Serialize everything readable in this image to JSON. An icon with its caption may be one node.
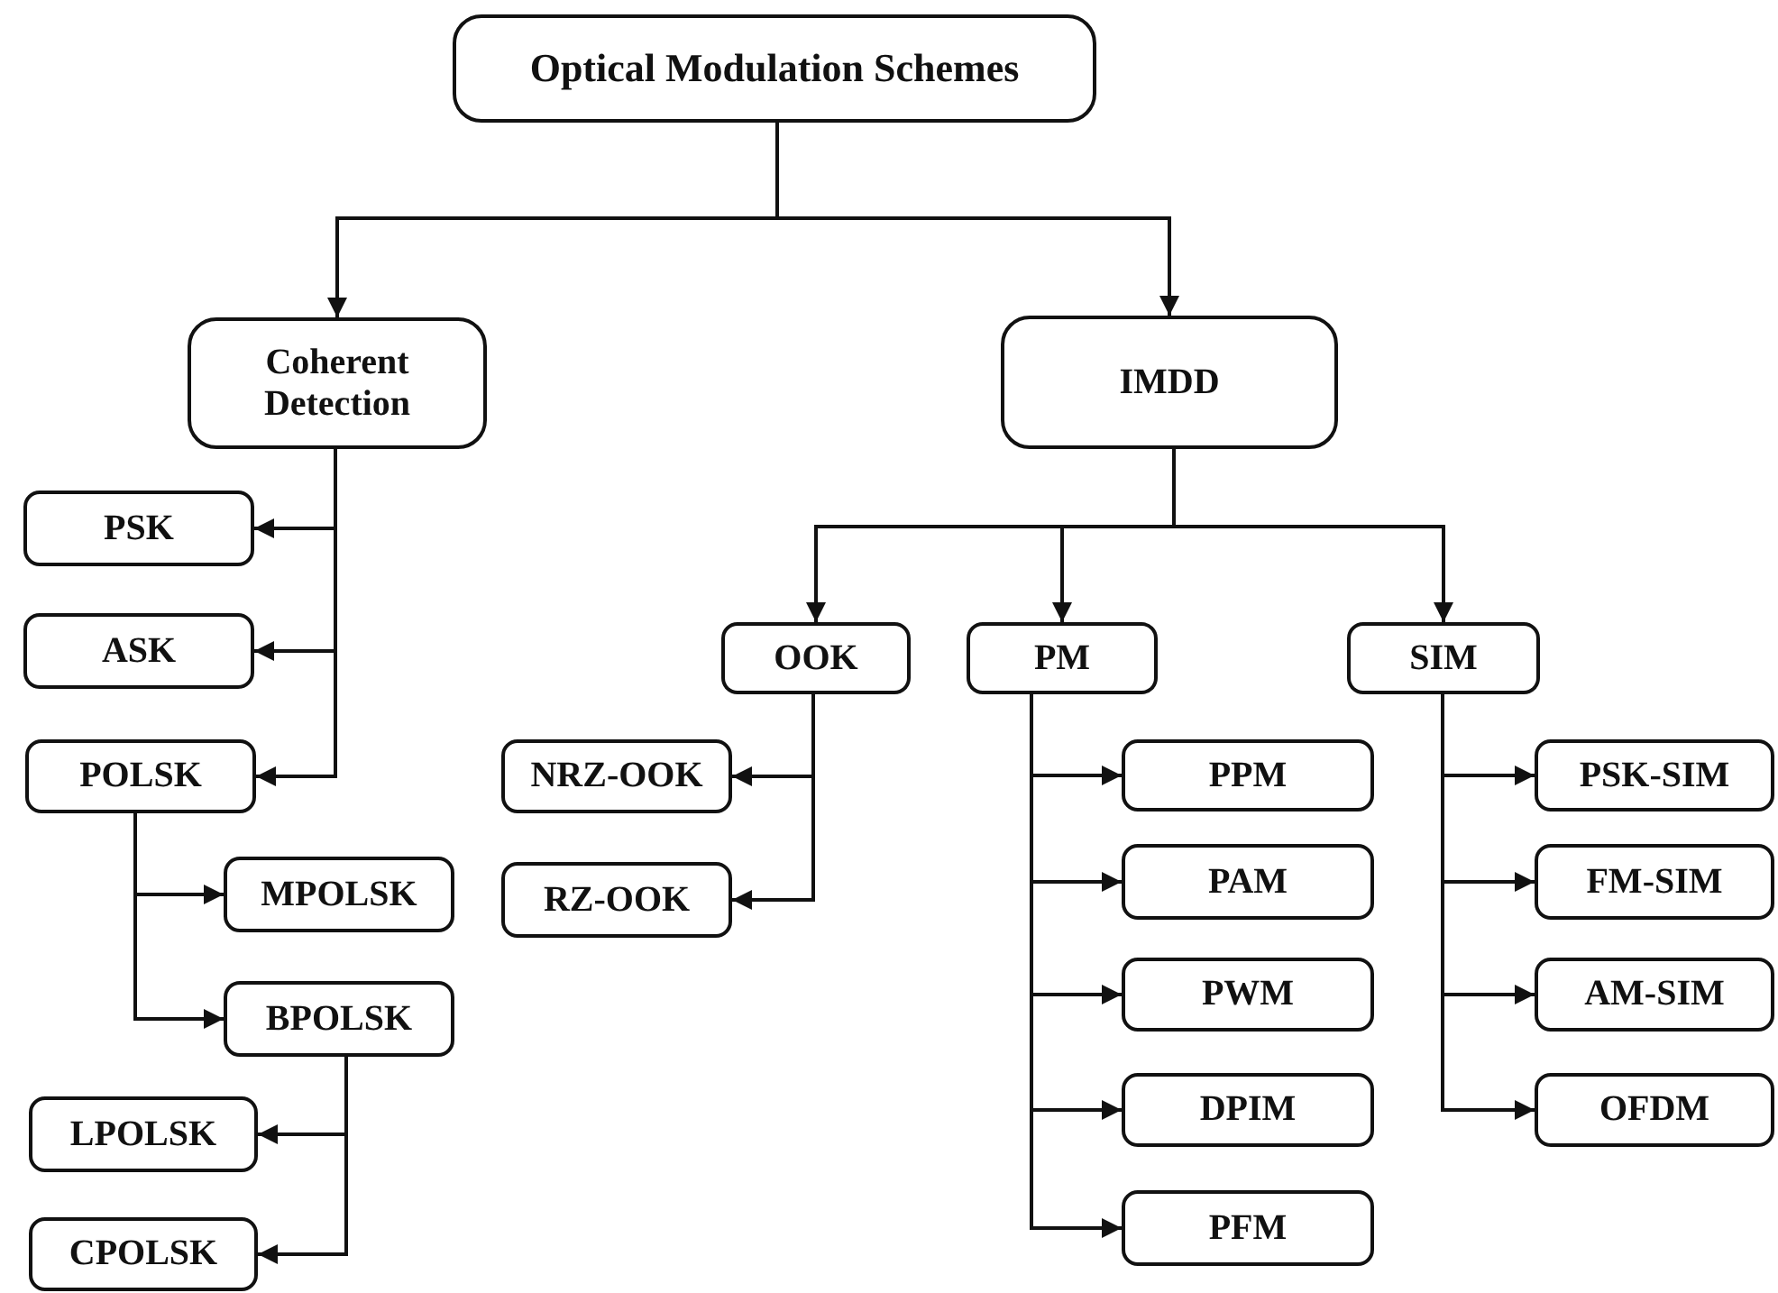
{
  "diagram": {
    "nodes": [
      {
        "text": [
          "Optical Modulation Schemes"
        ]
      },
      {
        "text": [
          "Coherent Detection"
        ]
      },
      {
        "text": [
          "IMDD"
        ]
      },
      {
        "text": [
          "PSK"
        ]
      },
      {
        "text": [
          "ASK"
        ]
      },
      {
        "text": [
          "POLSK"
        ]
      },
      {
        "text": [
          "MPOLSK"
        ]
      },
      {
        "text": [
          "BPOLSK"
        ]
      },
      {
        "text": [
          "LPOLSK"
        ]
      },
      {
        "text": [
          "CPOLSK"
        ]
      },
      {
        "text": [
          "OOK"
        ]
      },
      {
        "text": [
          "PM"
        ]
      },
      {
        "text": [
          "SIM"
        ]
      },
      {
        "text": [
          "NRZ-OOK"
        ]
      },
      {
        "text": [
          "RZ-OOK"
        ]
      },
      {
        "text": [
          "PPM"
        ]
      },
      {
        "text": [
          "PAM"
        ]
      },
      {
        "text": [
          "PWM"
        ]
      },
      {
        "text": [
          "DPIM"
        ]
      },
      {
        "text": [
          "PFM"
        ]
      },
      {
        "text": [
          "PSK-SIM"
        ]
      },
      {
        "text": [
          "FM-SIM"
        ]
      },
      {
        "text": [
          "AM-SIM"
        ]
      },
      {
        "text": [
          "OFDM"
        ]
      }
    ],
    "edges": [
      {
        "from": 0,
        "to": 1,
        "arrow": "to"
      },
      {
        "from": 0,
        "to": 2,
        "arrow": "to"
      },
      {
        "from": 1,
        "to": 3,
        "arrow": "to"
      },
      {
        "from": 1,
        "to": 4,
        "arrow": "to"
      },
      {
        "from": 1,
        "to": 5,
        "arrow": "to"
      },
      {
        "from": 5,
        "to": 6,
        "arrow": "to"
      },
      {
        "from": 5,
        "to": 7,
        "arrow": "to"
      },
      {
        "from": 7,
        "to": 8,
        "arrow": "to"
      },
      {
        "from": 7,
        "to": 9,
        "arrow": "to"
      },
      {
        "from": 2,
        "to": 10,
        "arrow": "to"
      },
      {
        "from": 2,
        "to": 11,
        "arrow": "to"
      },
      {
        "from": 2,
        "to": 12,
        "arrow": "to"
      },
      {
        "from": 10,
        "to": 13,
        "arrow": "to"
      },
      {
        "from": 10,
        "to": 14,
        "arrow": "to"
      },
      {
        "from": 11,
        "to": 15,
        "arrow": "to"
      },
      {
        "from": 11,
        "to": 16,
        "arrow": "to"
      },
      {
        "from": 11,
        "to": 17,
        "arrow": "to"
      },
      {
        "from": 11,
        "to": 18,
        "arrow": "to"
      },
      {
        "from": 11,
        "to": 19,
        "arrow": "to"
      },
      {
        "from": 12,
        "to": 20,
        "arrow": "to"
      },
      {
        "from": 12,
        "to": 21,
        "arrow": "to"
      },
      {
        "from": 12,
        "to": 22,
        "arrow": "to"
      },
      {
        "from": 12,
        "to": 23,
        "arrow": "to"
      }
    ]
  }
}
